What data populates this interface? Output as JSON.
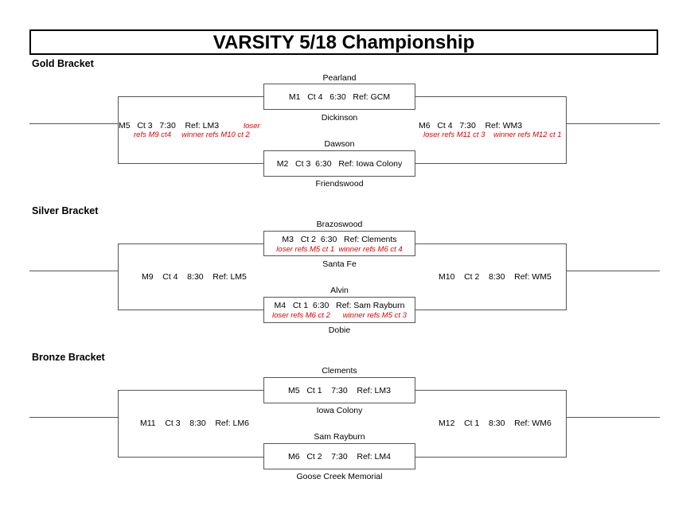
{
  "title": "VARSITY 5/18 Championship",
  "gold": {
    "label": "Gold Bracket",
    "top_team1": "Pearland",
    "top_match": "M1   Ct 4   6:30   Ref: GCM",
    "top_team2": "Dickinson",
    "bottom_team1": "Dawson",
    "bottom_match": "M2   Ct 3  6:30   Ref: Iowa Colony",
    "bottom_team2": "Friendswood",
    "left_match": "M5   Ct 3   7:30    Ref: LM3",
    "left_note_a": "loser",
    "left_note_b": "refs M9 ct4     winner refs M10 ct 2",
    "right_match": "M6   Ct 4   7:30    Ref: WM3",
    "right_note": "loser refs M11 ct 3    winner refs M12 ct 1"
  },
  "silver": {
    "label": "Silver Bracket",
    "top_team1": "Brazoswood",
    "top_match": "M3   Ct 2  6:30   Ref: Clements",
    "top_note": "loser refs M5 ct 1  winner refs M6 ct 4",
    "top_team2": "Santa Fe",
    "bottom_team1": "Alvin",
    "bottom_match": "M4   Ct 1  6:30   Ref: Sam Rayburn",
    "bottom_note": "loser refs M6 ct 2      winner refs M5 ct 3",
    "bottom_team2": "Dobie",
    "left_match": "M9    Ct 4    8:30    Ref: LM5",
    "right_match": "M10    Ct 2    8:30    Ref: WM5"
  },
  "bronze": {
    "label": "Bronze Bracket",
    "top_team1": "Clements",
    "top_match": "M5   Ct 1    7:30    Ref: LM3",
    "top_team2": "Iowa Colony",
    "bottom_team1": "Sam Rayburn",
    "bottom_match": "M6   Ct 2    7:30    Ref: LM4",
    "bottom_team2": "Goose Creek Memorial",
    "left_match": "M11    Ct 3    8:30    Ref: LM6",
    "right_match": "M12    Ct 1    8:30    Ref: WM6"
  }
}
